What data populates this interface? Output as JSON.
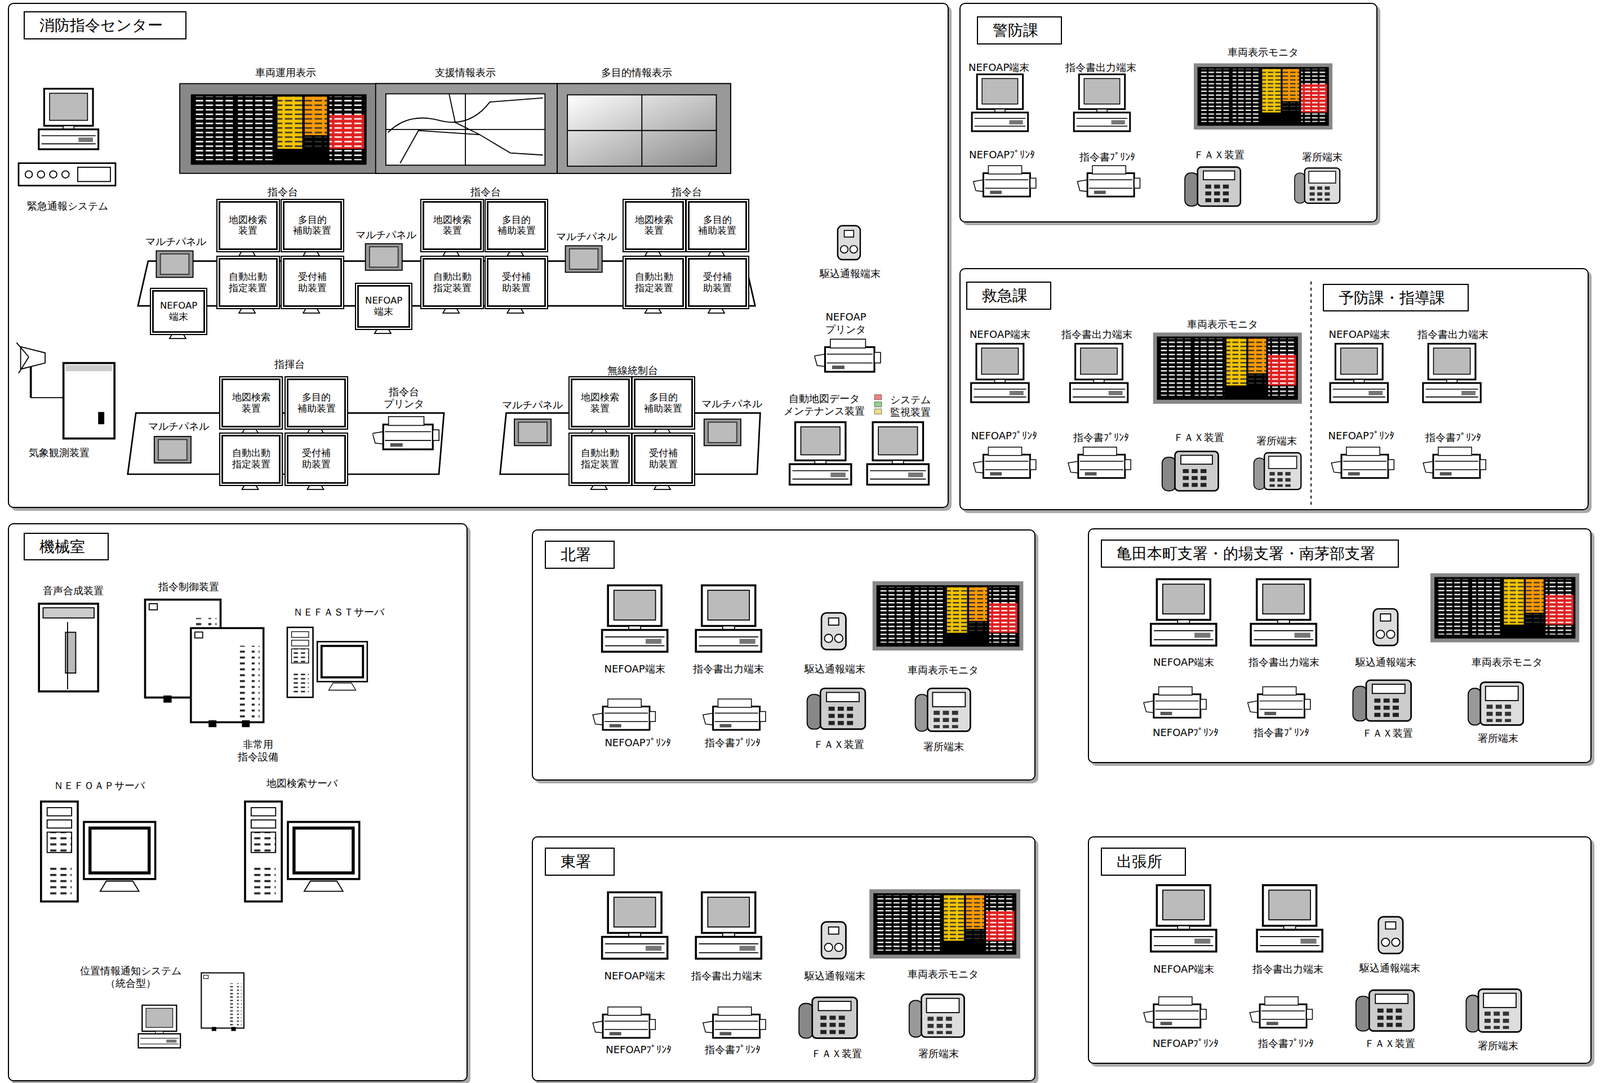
{
  "diagram": {
    "nodes": [
      {
        "text": [
          "消防指令センター"
        ]
      },
      {
        "text": [
          "地図検索 装置"
        ],
        "in": 0
      },
      {
        "text": [
          "多目的 補助装置"
        ],
        "in": 0
      },
      {
        "text": [
          "自動出動 指定装置"
        ],
        "in": 0
      },
      {
        "text": [
          "受付補 助装置"
        ],
        "in": 0
      },
      {
        "text": [
          "NEFOAP 端末"
        ],
        "in": 0
      },
      {
        "text": [
          "地図検索 装置"
        ],
        "in": 0
      },
      {
        "text": [
          "多目的 補助装置"
        ],
        "in": 0
      },
      {
        "text": [
          "自動出動 指定装置"
        ],
        "in": 0
      },
      {
        "text": [
          "受付補 助装置"
        ],
        "in": 0
      },
      {
        "text": [
          "NEFOAP 端末"
        ],
        "in": 0
      },
      {
        "text": [
          "地図検索 装置"
        ],
        "in": 0
      },
      {
        "text": [
          "多目的 補助装置"
        ],
        "in": 0
      },
      {
        "text": [
          "自動出動 指定装置"
        ],
        "in": 0
      },
      {
        "text": [
          "受付補 助装置"
        ],
        "in": 0
      },
      {
        "text": [
          "地図検索 装置"
        ],
        "in": 0
      },
      {
        "text": [
          "多目的 補助装置"
        ],
        "in": 0
      },
      {
        "text": [
          "自動出動 指定装置"
        ],
        "in": 0
      },
      {
        "text": [
          "受付補 助装置"
        ],
        "in": 0
      },
      {
        "text": [
          "地図検索 装置"
        ],
        "in": 0
      },
      {
        "text": [
          "多目的 補助装置"
        ],
        "in": 0
      },
      {
        "text": [
          "自動出動 指定装置"
        ],
        "in": 0
      },
      {
        "text": [
          "受付補 助装置"
        ],
        "in": 0
      },
      {
        "text": [
          "警防課"
        ]
      },
      {
        "text": [
          "救急課",
          "予防課・指導課"
        ]
      },
      {
        "text": [
          "機械室"
        ]
      },
      {
        "text": [
          "北署"
        ]
      },
      {
        "text": [
          "亀田本町支署・的場支署・南茅部支署"
        ]
      },
      {
        "text": [
          "東署"
        ]
      },
      {
        "text": [
          "出張所"
        ]
      }
    ],
    "labels": [
      "車両運用表示",
      "支援情報表示",
      "多目的情報表示",
      "指令台",
      "指令台",
      "指令台",
      "マルチパネル",
      "マルチパネル",
      "マルチパネル",
      "緊急通報システム",
      "駆込通報端末",
      "NEFOAP プリンタ",
      "指揮台",
      "指令台 プリンタ",
      "マルチパネル",
      "無線統制台",
      "マルチパネル",
      "マルチパネル",
      "自動地図データ メンテナンス装置",
      "システム 監視装置",
      "気象観測装置",
      "NEFOAP端末",
      "指令書出力端末",
      "車両表示モニタ",
      "NEFOAPﾌﾟﾘﾝﾀ",
      "指令書ﾌﾟﾘﾝﾀ",
      "ＦＡＸ装置",
      "署所端末",
      "NEFOAP端末",
      "指令書出力端末",
      "車両表示モニタ",
      "NEFOAPﾌﾟﾘﾝﾀ",
      "指令書ﾌﾟﾘﾝﾀ",
      "ＦＡＸ装置",
      "署所端末",
      "NEFOAP端末",
      "指令書出力端末",
      "NEFOAPﾌﾟﾘﾝﾀ",
      "指令書ﾌﾟﾘﾝﾀ",
      "音声合成装置",
      "指令制御装置",
      "ＮＥＦＡＳＴサーバ",
      "非常用 指令設備",
      "ＮＥＦＯＡＰサーバ",
      "地図検索サーバ",
      "位置情報通知システム （統合型）",
      "NEFOAP端末",
      "指令書出力端末",
      "駆込通報端末",
      "車両表示モニタ",
      "NEFOAPﾌﾟﾘﾝﾀ",
      "指令書ﾌﾟﾘﾝﾀ",
      "ＦＡＸ装置",
      "署所端末",
      "NEFOAP端末",
      "指令書出力端末",
      "駆込通報端末",
      "車両表示モニタ",
      "NEFOAPﾌﾟﾘﾝﾀ",
      "指令書ﾌﾟﾘﾝﾀ",
      "ＦＡＸ装置",
      "署所端末",
      "NEFOAP端末",
      "指令書出力端末",
      "駆込通報端末",
      "車両表示モニタ",
      "NEFOAPﾌﾟﾘﾝﾀ",
      "指令書ﾌﾟﾘﾝﾀ",
      "ＦＡＸ装置",
      "署所端末",
      "NEFOAP端末",
      "指令書出力端末",
      "駆込通報端末",
      "NEFOAPﾌﾟﾘﾝﾀ",
      "指令書ﾌﾟﾘﾝﾀ",
      "ＦＡＸ装置",
      "署所端末"
    ]
  }
}
